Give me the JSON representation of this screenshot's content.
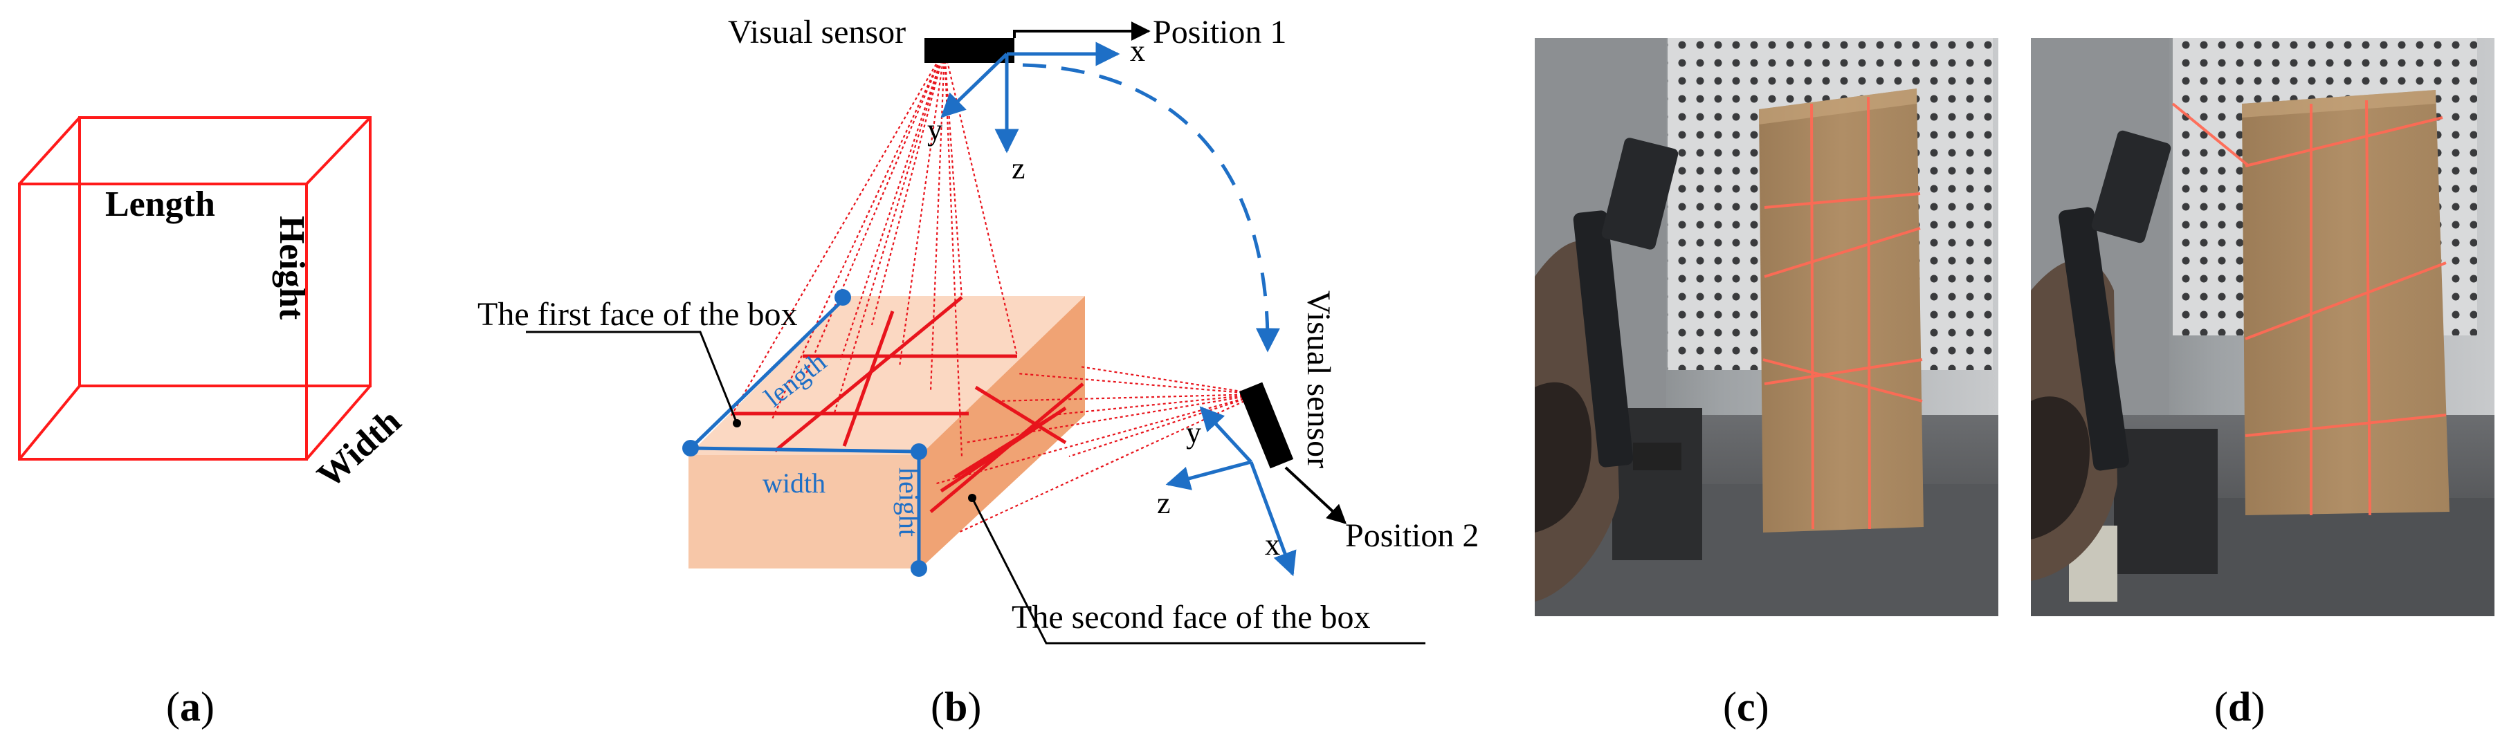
{
  "panel_a": {
    "length": "Length",
    "height": "Height",
    "width": "Width",
    "caption_open": "(",
    "caption_letter": "a",
    "caption_close": ")"
  },
  "panel_b": {
    "visual_sensor_top": "Visual sensor",
    "position_1": "Position 1",
    "axis_x": "x",
    "axis_y": "y",
    "axis_z": "z",
    "first_face": "The first face of the box",
    "length": "length",
    "width": "width",
    "height": "height",
    "visual_sensor_side": "Visual sensor",
    "position_2": "Position 2",
    "second_face": "The second face of the box",
    "caption_open": "(",
    "caption_letter": "b",
    "caption_close": ")"
  },
  "panel_c": {
    "caption_open": "(",
    "caption_letter": "c",
    "caption_close": ")"
  },
  "panel_d": {
    "caption_open": "(",
    "caption_letter": "d",
    "caption_close": ")"
  },
  "colors": {
    "box_edge": "#ff1a1a",
    "laser": "#e8141c",
    "axis_blue": "#1e6fc6",
    "box_top": "#fbd8c2",
    "box_front": "#f7c7a8",
    "box_side": "#f0a374"
  }
}
